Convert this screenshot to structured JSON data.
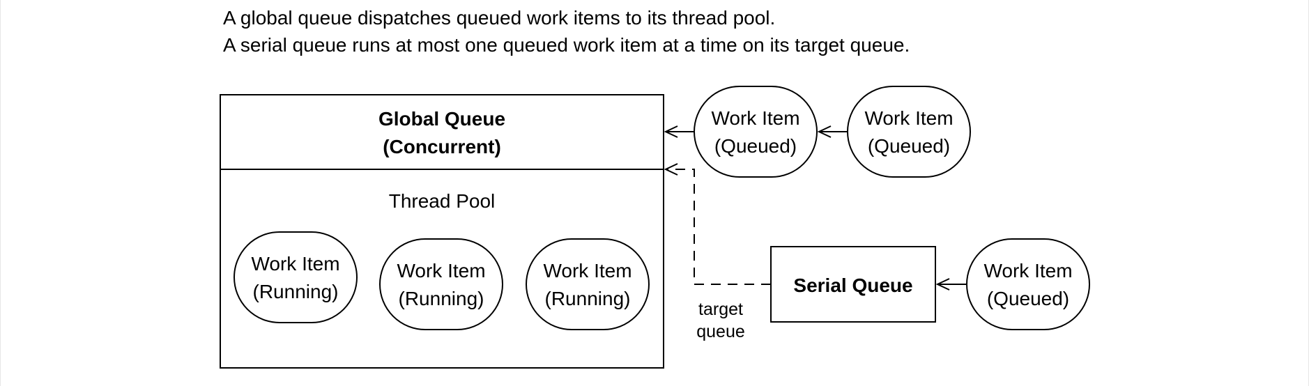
{
  "caption": {
    "line1": "A global queue dispatches queued work items to its thread pool.",
    "line2": "A serial queue runs at most one queued work item at a time on its target queue."
  },
  "global_queue": {
    "title_line1": "Global Queue",
    "title_line2": "(Concurrent)",
    "pool_label": "Thread Pool"
  },
  "running_items": [
    {
      "line1": "Work Item",
      "line2": "(Running)"
    },
    {
      "line1": "Work Item",
      "line2": "(Running)"
    },
    {
      "line1": "Work Item",
      "line2": "(Running)"
    }
  ],
  "queued_items_global": [
    {
      "line1": "Work Item",
      "line2": "(Queued)"
    },
    {
      "line1": "Work Item",
      "line2": "(Queued)"
    }
  ],
  "serial_queue": {
    "label": "Serial Queue"
  },
  "queued_item_serial": {
    "line1": "Work Item",
    "line2": "(Queued)"
  },
  "target_label": {
    "line1": "target",
    "line2": "queue"
  }
}
